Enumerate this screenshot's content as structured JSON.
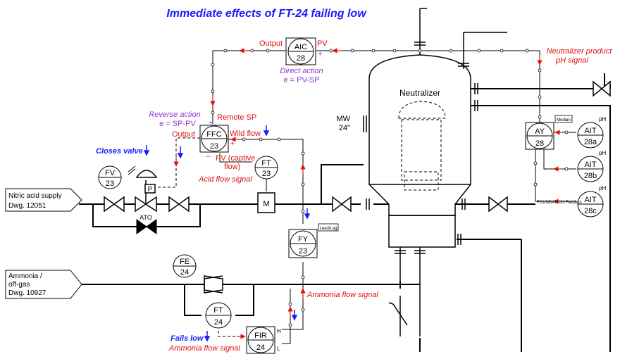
{
  "title": "Immediate effects of FT-24 failing low",
  "vessel": {
    "name": "Neutralizer",
    "manway": [
      "MW",
      "24\""
    ]
  },
  "supplies": {
    "nitric": [
      "Nitric acid supply",
      "Dwg. 12051"
    ],
    "ammonia": [
      "Ammonia /",
      "off-gas",
      "Dwg. 10927"
    ]
  },
  "instruments": {
    "aic": {
      "tag": "AIC",
      "num": "28"
    },
    "ffc": {
      "tag": "FFC",
      "num": "23"
    },
    "fv": {
      "tag": "FV",
      "num": "23"
    },
    "ft23": {
      "tag": "FT",
      "num": "23"
    },
    "fy": {
      "tag": "FY",
      "num": "23",
      "box": "Lead/Lag"
    },
    "fe": {
      "tag": "FE",
      "num": "24"
    },
    "ft24": {
      "tag": "FT",
      "num": "24"
    },
    "fir": {
      "tag": "FIR",
      "num": "24",
      "h": "H",
      "l": "L"
    },
    "ay": {
      "tag": "AY",
      "num": "28",
      "box": "Median"
    },
    "ait_a": {
      "tag": "AIT",
      "num": "28a",
      "ph": "pH"
    },
    "ait_b": {
      "tag": "AIT",
      "num": "28b",
      "ph": "pH"
    },
    "ait_c": {
      "tag": "AIT",
      "num": "28c",
      "ph": "pH"
    },
    "fieldbus": "FOUNDATION Fieldbus"
  },
  "labels": {
    "output_top": "Output",
    "pv_top": "PV",
    "direct_action": "Direct action",
    "direct_eq": "e = PV-SP",
    "reverse_action": "Reverse action",
    "reverse_eq": "e = SP-PV",
    "remote_sp": "Remote SP",
    "output_ffc": "Output",
    "wild_flow": "Wild flow",
    "pv_captive": "PV (captive",
    "pv_captive2": "flow)",
    "closes_valve": "Closes valve",
    "acid_flow_signal": "Acid flow signal",
    "ato": "ATO",
    "p": "P",
    "m": "M",
    "neutralizer_ph": "Neutralizer product",
    "neutralizer_ph2": "pH signal",
    "ammonia_flow_signal": "Ammonia flow signal",
    "ammonia_flow_signal2": "Ammonia flow signal",
    "fails_low": "Fails low"
  }
}
